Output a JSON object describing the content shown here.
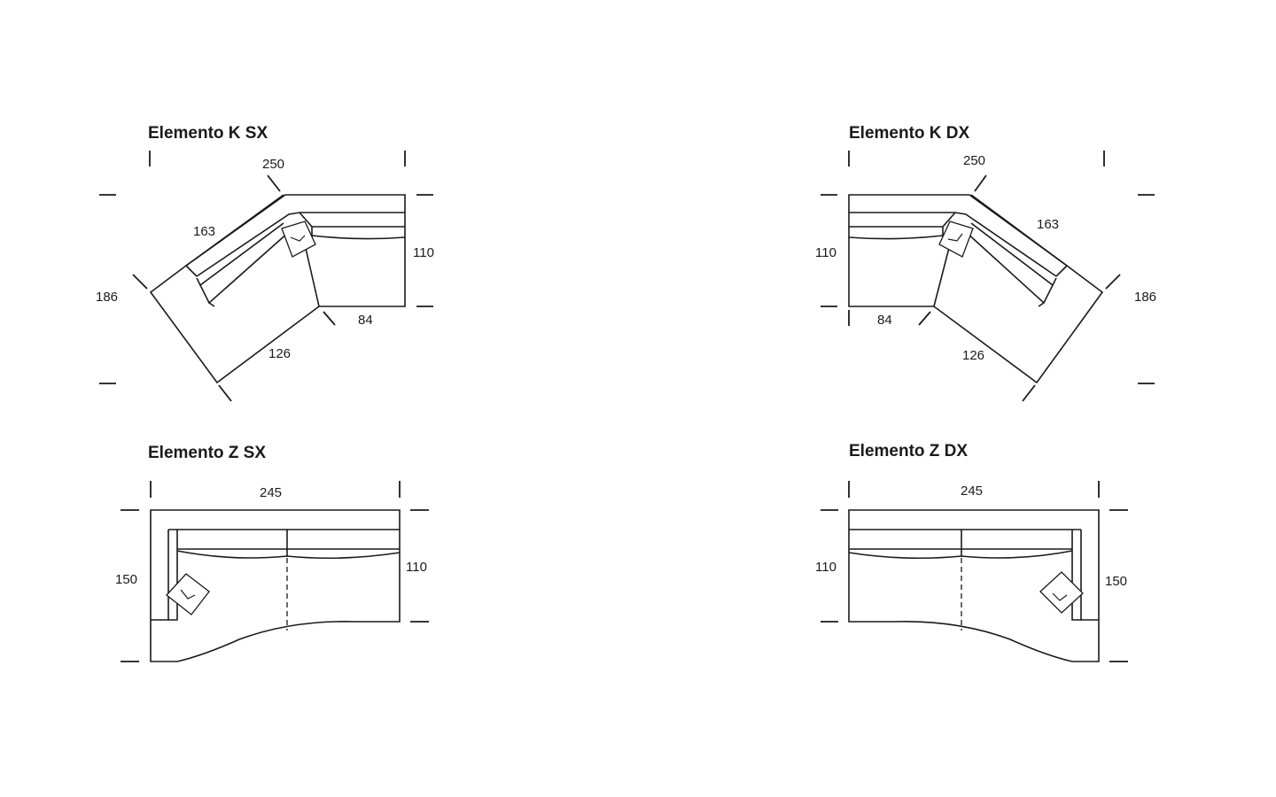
{
  "elements": [
    {
      "title": "Elemento K SX",
      "dims": {
        "top": "250",
        "back_arm": "163",
        "right_depth": "110",
        "seat": "84",
        "side_depth": "186",
        "front": "126"
      }
    },
    {
      "title": "Elemento K DX",
      "dims": {
        "top": "250",
        "back_arm": "163",
        "left_depth": "110",
        "seat": "84",
        "side_depth": "186",
        "front": "126"
      }
    },
    {
      "title": "Elemento Z SX",
      "dims": {
        "width": "245",
        "left_depth": "150",
        "right_depth": "110"
      }
    },
    {
      "title": "Elemento Z DX",
      "dims": {
        "width": "245",
        "left_depth": "110",
        "right_depth": "150"
      }
    }
  ]
}
